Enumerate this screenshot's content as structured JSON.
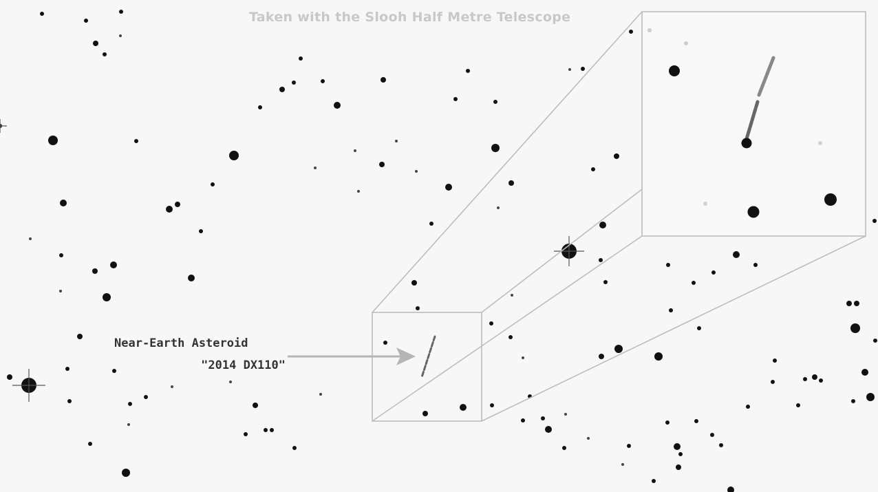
{
  "image": {
    "caption": "Taken with the Slooh Half Metre Telescope",
    "annotation": {
      "line1": "Near-Earth Asteroid",
      "line2": "\"2014 DX110\""
    }
  },
  "colors": {
    "background": "#f7f7f7",
    "stars": "#111111",
    "frames": "#bdbdbd",
    "arrow": "#b5b5b5",
    "caption": "#c8c8c8",
    "label": "#333333"
  }
}
